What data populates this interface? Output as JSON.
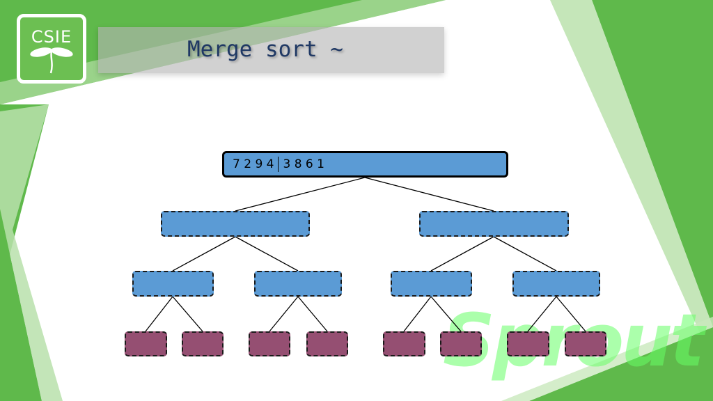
{
  "slide": {
    "title": "Merge sort ~",
    "logo_text": "CSIE",
    "watermark": "Sprout"
  },
  "colors": {
    "green_dark": "#5fb94b",
    "green_light": "#c9e8bd",
    "node_blue": "#5b9bd5",
    "node_leaf": "#954f72",
    "title_text": "#1f3864",
    "watermark": "#66ff66"
  },
  "tree": {
    "root": {
      "left_half": "7 2 9 4",
      "right_half": "3 8 6 1"
    },
    "levels": [
      1,
      2,
      4,
      8
    ]
  }
}
